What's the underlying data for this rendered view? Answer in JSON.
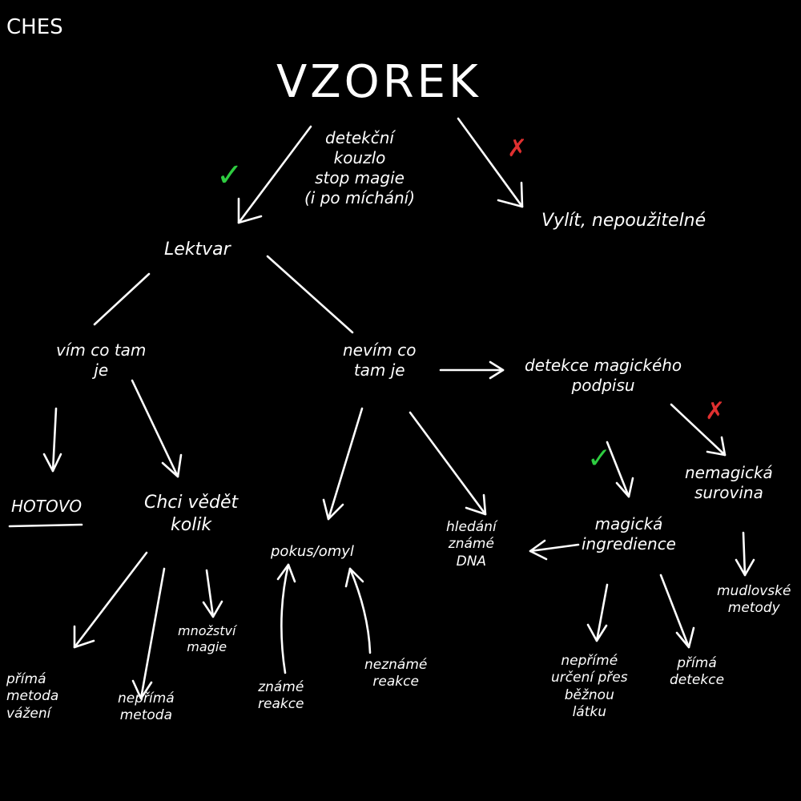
{
  "signature": "CHES",
  "title": "VZOREK",
  "root_note": [
    "detekční",
    "kouzlo",
    "stop magie",
    "(i po míchání)"
  ],
  "nodes": {
    "lektvar": "Lektvar",
    "vylit": "Vylít, nepoužitelné",
    "vim": [
      "vím co tam",
      "je"
    ],
    "nevim": [
      "nevím co",
      "tam je"
    ],
    "detekce": [
      "detekce magického",
      "podpisu"
    ],
    "hotovo": "HOTOVO",
    "kolik": [
      "Chci vědět",
      "kolik"
    ],
    "pokus": "pokus/omyl",
    "dna": [
      "hledání",
      "známé",
      "DNA"
    ],
    "ingredience": [
      "magická",
      "ingredience"
    ],
    "nemagicka": [
      "nemagická",
      "surovina"
    ],
    "primaMetoda": [
      "přímá",
      "metoda",
      "vážení"
    ],
    "neprimaMetoda": [
      "nepřímá",
      "metoda"
    ],
    "mnozstvi": [
      "množství",
      "magie"
    ],
    "znameReakce": [
      "známé",
      "reakce"
    ],
    "neznameReakce": [
      "neznámé",
      "reakce"
    ],
    "neprimeUrceni": [
      "nepřímé",
      "určení přes",
      "běžnou",
      "látku"
    ],
    "primaDetekce": [
      "přímá",
      "detekce"
    ],
    "mudlovske": [
      "mudlovské",
      "metody"
    ]
  },
  "marks": {
    "check": "✓",
    "cross": "✗",
    "check_color": "#2ecc40",
    "cross_color": "#e03030"
  }
}
